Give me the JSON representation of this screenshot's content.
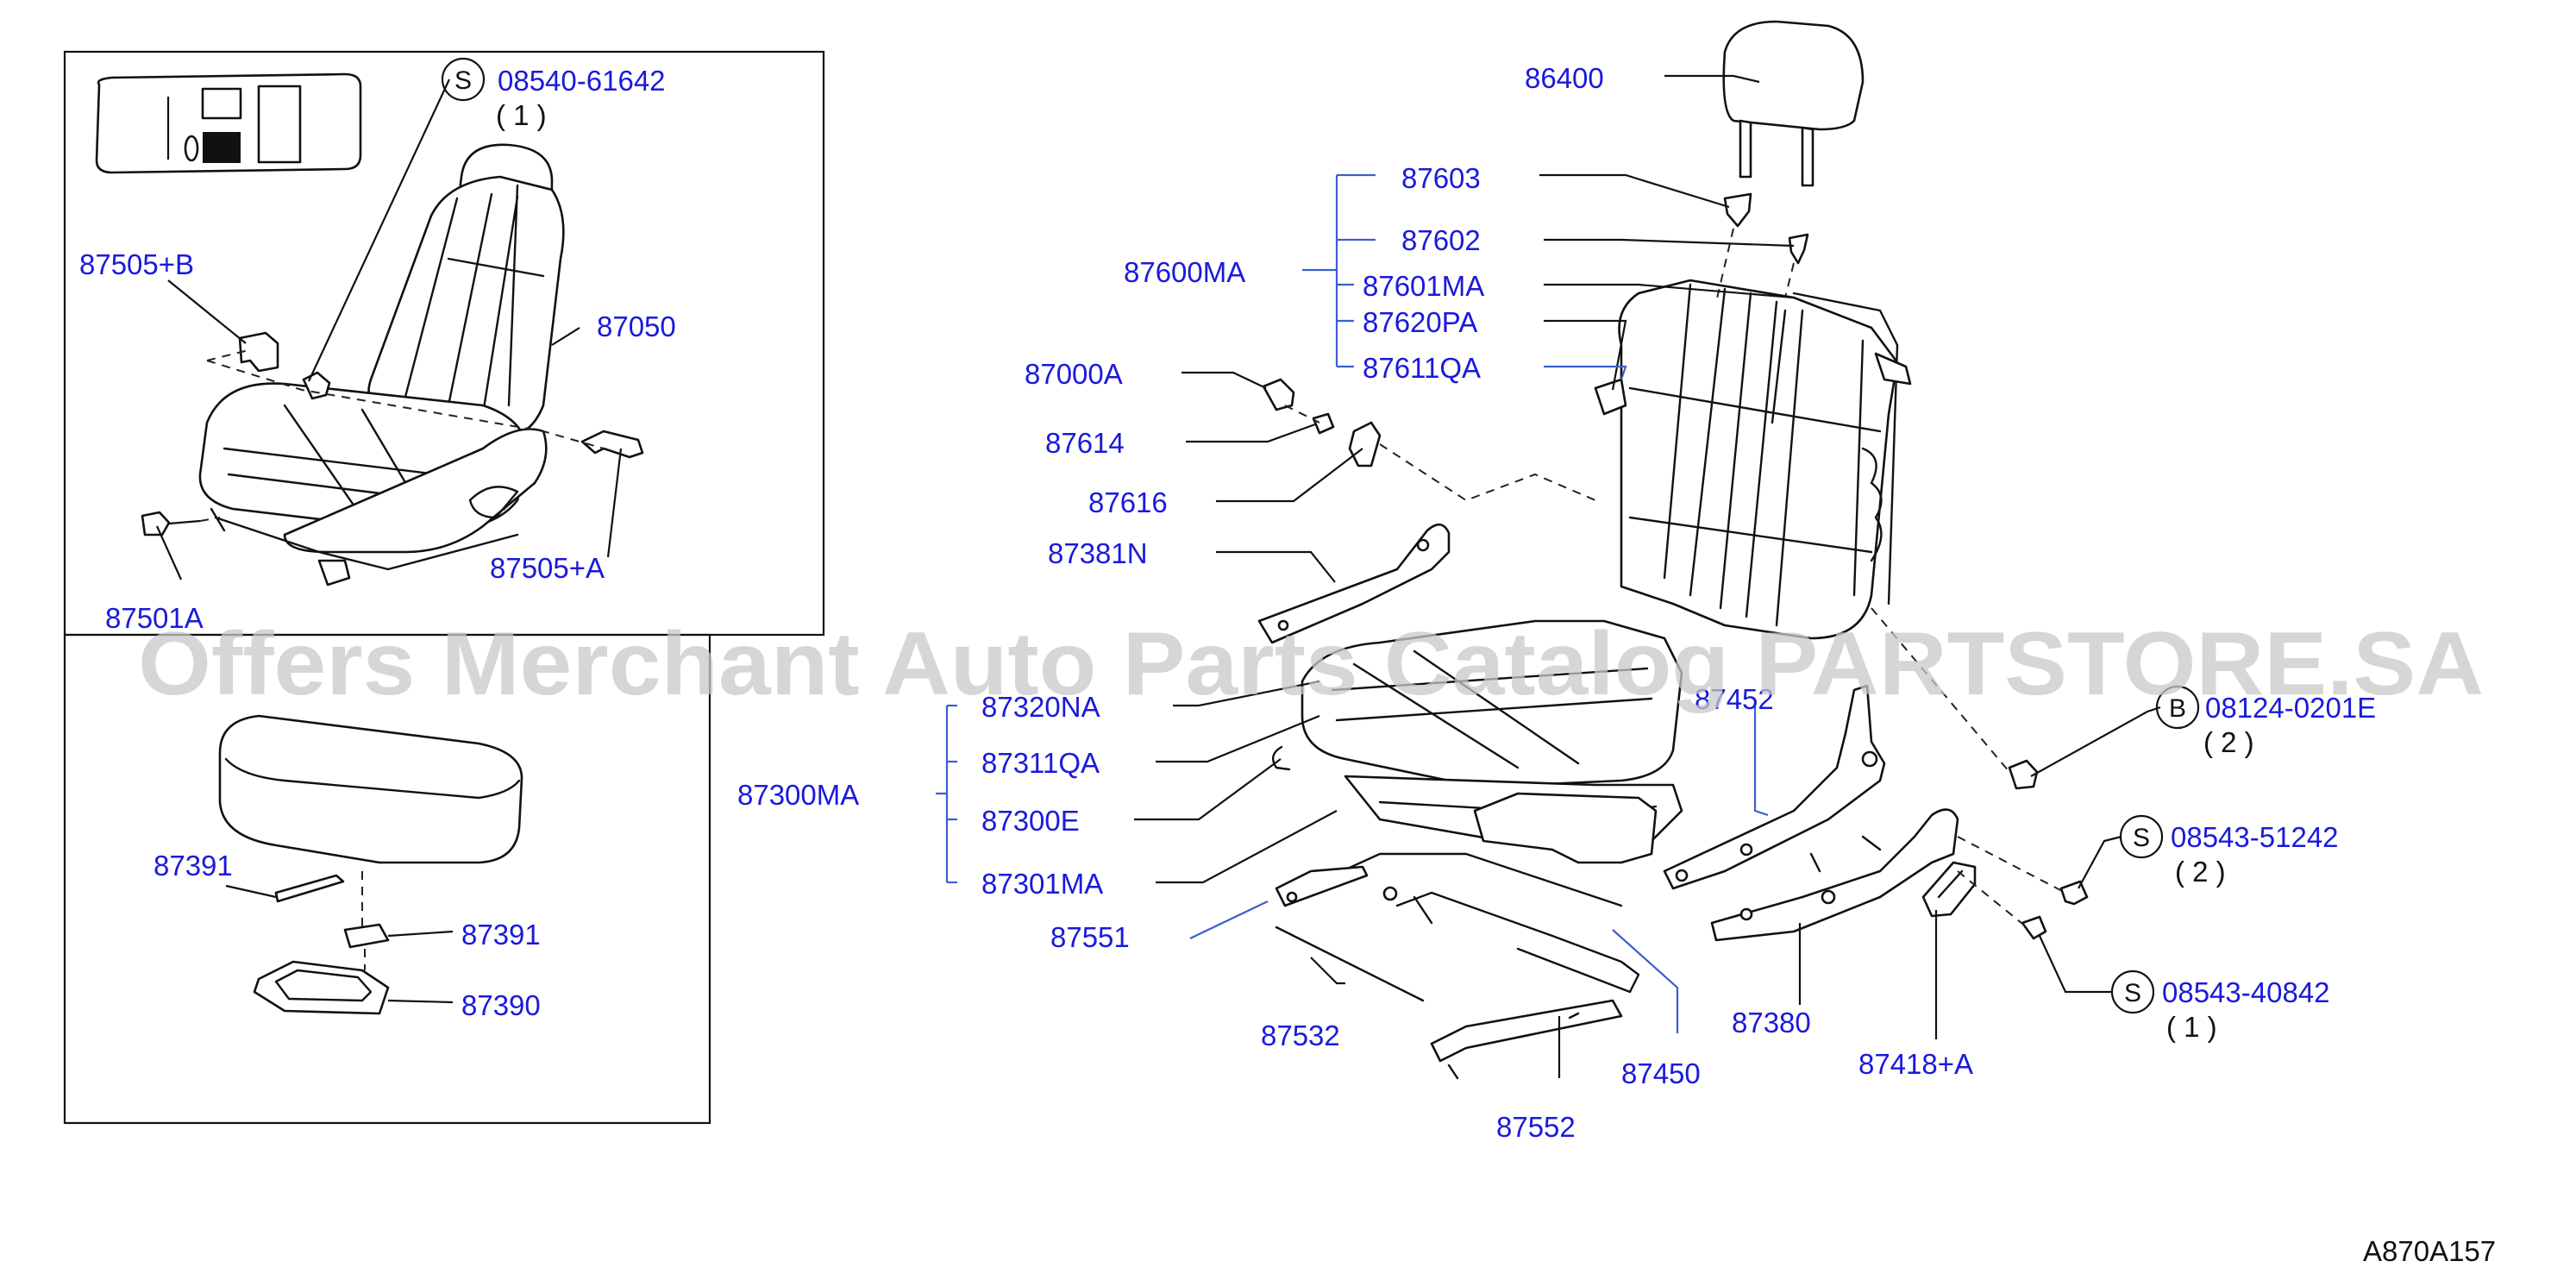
{
  "diagram": {
    "drawing_code": "A870A157",
    "watermark": "Offers Merchant Auto Parts Catalog PARTSTORE.SA",
    "parts": [
      {
        "id": "p86400",
        "label": "86400"
      },
      {
        "id": "p87603",
        "label": "87603"
      },
      {
        "id": "p87602",
        "label": "87602"
      },
      {
        "id": "p87600MA",
        "label": "87600MA"
      },
      {
        "id": "p87601MA",
        "label": "87601MA"
      },
      {
        "id": "p87620PA",
        "label": "87620PA"
      },
      {
        "id": "p87611QA",
        "label": "87611QA"
      },
      {
        "id": "p87000A",
        "label": "87000A"
      },
      {
        "id": "p87614",
        "label": "87614"
      },
      {
        "id": "p87616",
        "label": "87616"
      },
      {
        "id": "p87381N",
        "label": "87381N"
      },
      {
        "id": "p87452",
        "label": "87452"
      },
      {
        "id": "p87320NA",
        "label": "87320NA"
      },
      {
        "id": "p87311QA",
        "label": "87311QA"
      },
      {
        "id": "p87300MA",
        "label": "87300MA"
      },
      {
        "id": "p87300E",
        "label": "87300E"
      },
      {
        "id": "p87301MA",
        "label": "87301MA"
      },
      {
        "id": "p87551",
        "label": "87551"
      },
      {
        "id": "p87532",
        "label": "87532"
      },
      {
        "id": "p87450",
        "label": "87450"
      },
      {
        "id": "p87552",
        "label": "87552"
      },
      {
        "id": "p87380",
        "label": "87380"
      },
      {
        "id": "p87418A",
        "label": "87418+A"
      },
      {
        "id": "p87505B",
        "label": "87505+B"
      },
      {
        "id": "p87050",
        "label": "87050"
      },
      {
        "id": "p87505A",
        "label": "87505+A"
      },
      {
        "id": "p87501A",
        "label": "87501A"
      },
      {
        "id": "p87391a",
        "label": "87391"
      },
      {
        "id": "p87391b",
        "label": "87391"
      },
      {
        "id": "p87390",
        "label": "87390"
      }
    ],
    "fasteners": [
      {
        "id": "f1",
        "symbol": "S",
        "number": "08540-61642",
        "qty": "( 1 )"
      },
      {
        "id": "f2",
        "symbol": "B",
        "number": "08124-0201E",
        "qty": "( 2 )"
      },
      {
        "id": "f3",
        "symbol": "S",
        "number": "08543-51242",
        "qty": "( 2 )"
      },
      {
        "id": "f4",
        "symbol": "S",
        "number": "08543-40842",
        "qty": "( 1 )"
      }
    ]
  }
}
